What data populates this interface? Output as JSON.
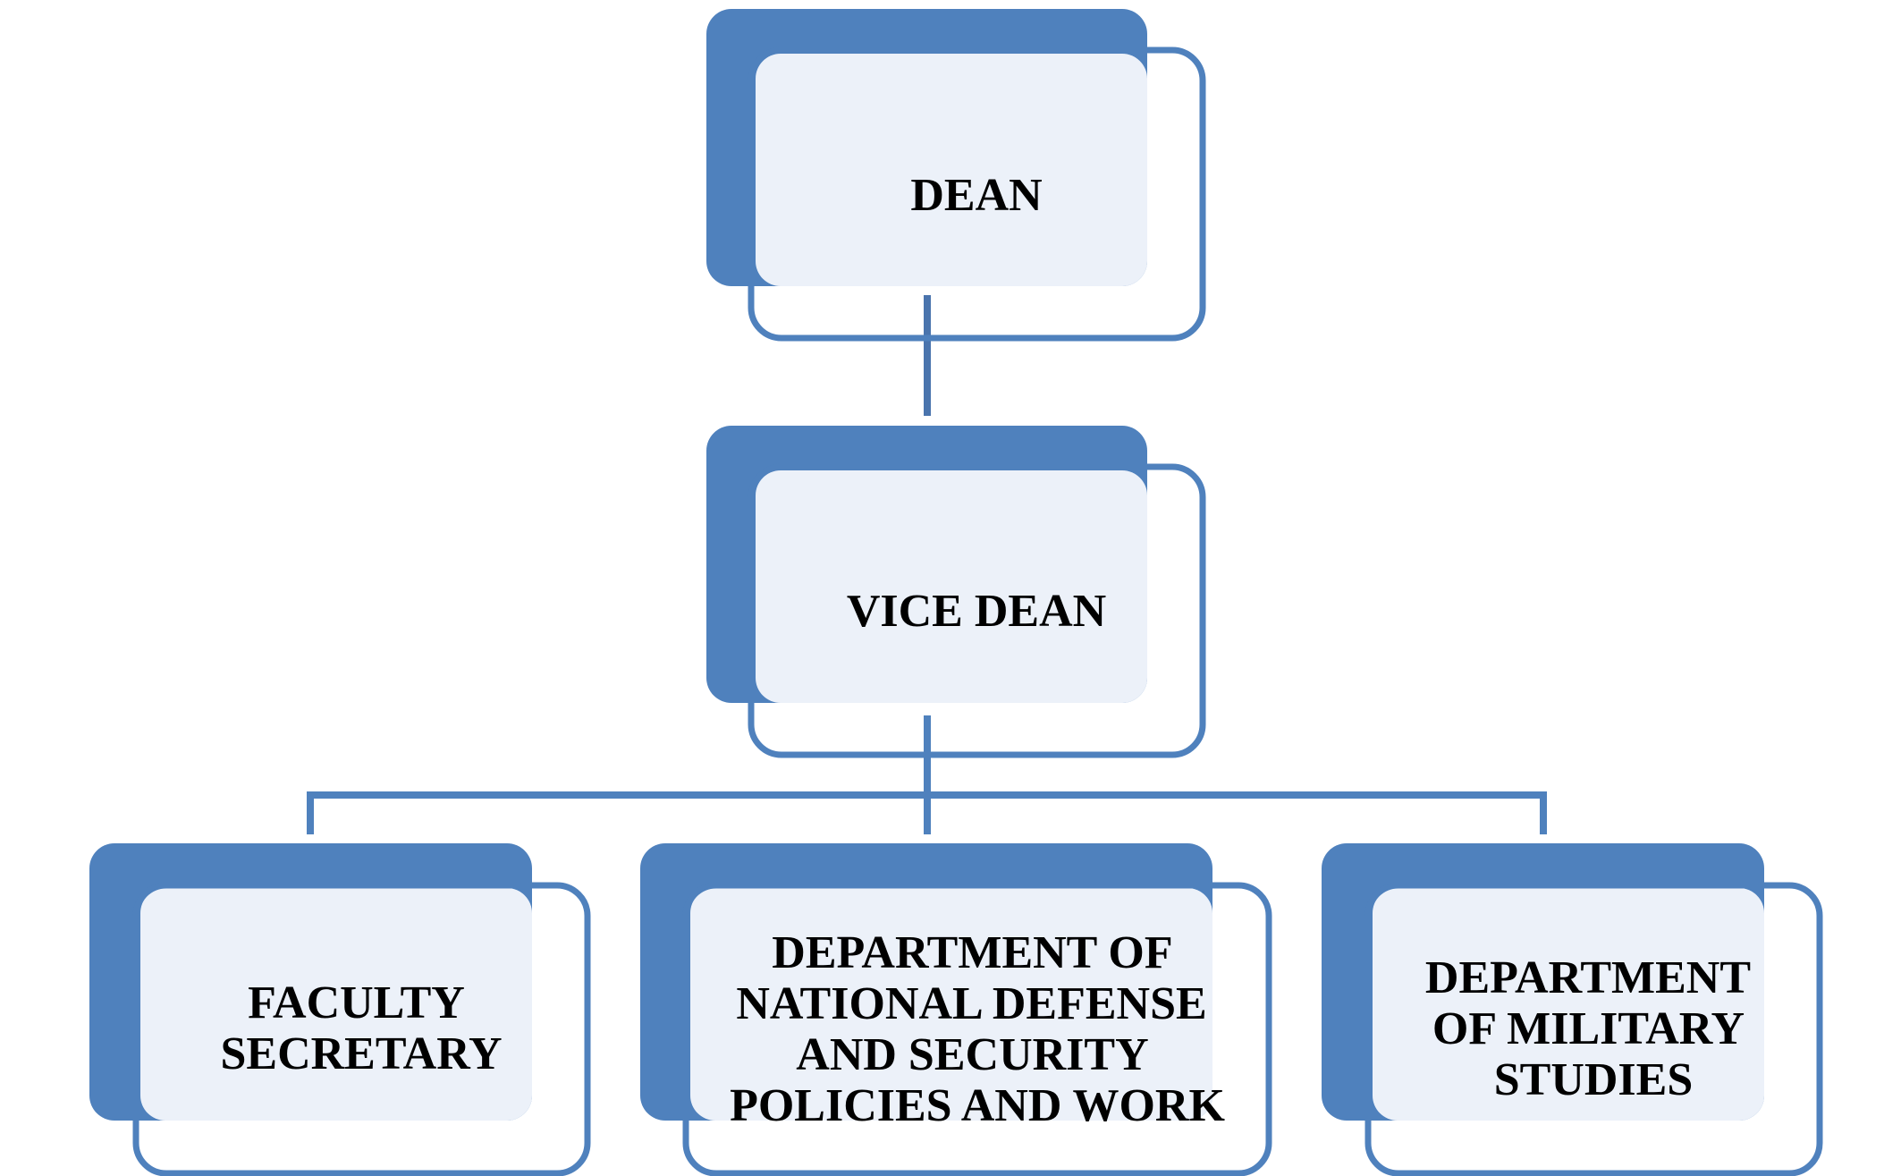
{
  "colors": {
    "shadow": "#4f81bd",
    "panel_fill": "#ecf1f9",
    "border": "#4f81bd",
    "connector": "#4a74ad",
    "text": "#000000"
  },
  "nodes": {
    "dean": {
      "lines": [
        "DEAN"
      ]
    },
    "vice_dean": {
      "lines": [
        "VICE DEAN"
      ]
    },
    "faculty_secretary": {
      "lines": [
        "FACULTY",
        "SECRETARY"
      ]
    },
    "dept_national_defense": {
      "lines": [
        "DEPARTMENT OF",
        "NATIONAL DEFENSE",
        "AND SECURITY",
        "POLICIES AND WORK"
      ]
    },
    "dept_military_studies": {
      "lines": [
        "DEPARTMENT",
        "OF MILITARY",
        "STUDIES"
      ]
    }
  }
}
